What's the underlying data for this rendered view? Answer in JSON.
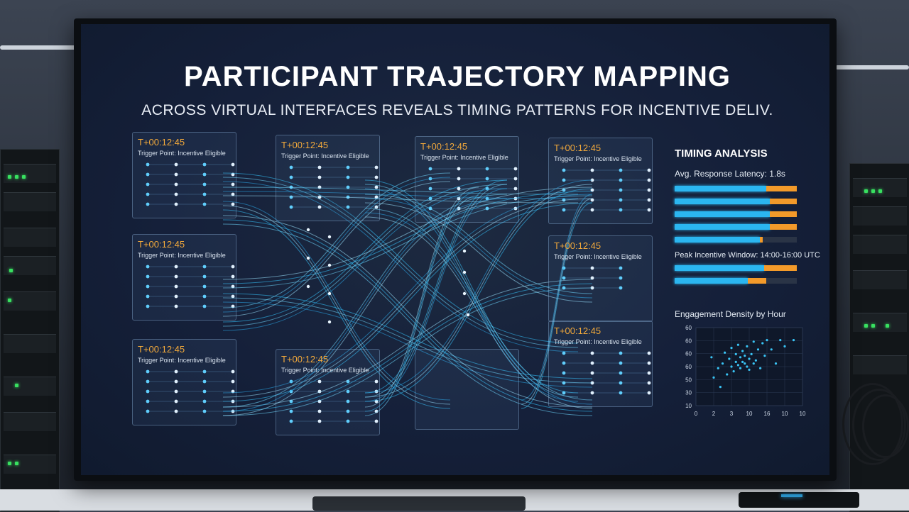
{
  "header": {
    "title": "PARTICIPANT TRAJECTORY MAPPING",
    "subtitle": "ACROSS VIRTUAL INTERFACES REVEALS TIMING PATTERNS FOR INCENTIVE DELIV."
  },
  "trigger_panels": [
    {
      "time": "T+00:12:45",
      "label": "Trigger Point: Incentive Eligible"
    },
    {
      "time": "T+00:12:45",
      "label": "Trigger Point: Incentive Eligible"
    },
    {
      "time": "T+00:12:45",
      "label": "Trigger Point: Incentive Eligible"
    },
    {
      "time": "T+00:12:45",
      "label": "Trigger Point: Incentive Eligible"
    },
    {
      "time": "T+00:12:45",
      "label": "Trigger Point: Incentive Eligible"
    },
    {
      "time": "T+00:12:45",
      "label": "Trigger Point: Incentive Eligible"
    },
    {
      "time": "T+00:12:45",
      "label": "Trigger Point: Incentive Eligible"
    },
    {
      "time": "T+00:12:45",
      "label": "Trigger Point: Incentive Eligible"
    },
    {
      "time": "T+00:12:45",
      "label": "Trigger Point: Incentive Eligible"
    }
  ],
  "analysis": {
    "title": "TIMING ANALYSIS",
    "latency": "Avg. Response Latency: 1.8s",
    "peak_window": "Peak Incentive Window: 14:00-16:00 UTC",
    "bars_top": [
      {
        "blue": 0.75,
        "orange": 0.25
      },
      {
        "blue": 0.78,
        "orange": 0.22
      },
      {
        "blue": 0.78,
        "orange": 0.22
      },
      {
        "blue": 0.78,
        "orange": 0.22
      },
      {
        "blue": 0.7,
        "orange": 0.02
      }
    ],
    "bars_bottom": [
      {
        "blue": 0.73,
        "orange": 0.27
      },
      {
        "blue": 0.6,
        "orange": 0.15
      }
    ],
    "colors": {
      "blue": "#2bb6f0",
      "orange": "#f39a2a",
      "panel_time": "#f2a93b"
    }
  },
  "chart_data": {
    "type": "scatter",
    "title": "Engagement Density by Hour",
    "x_tick_labels": [
      "0",
      "2",
      "3",
      "10",
      "16",
      "10",
      "10"
    ],
    "y_tick_labels": [
      "60",
      "60",
      "60",
      "60",
      "50",
      "30",
      "10"
    ],
    "series": [
      {
        "values": [
          [
            3.5,
            51
          ],
          [
            4,
            38
          ],
          [
            5,
            44
          ],
          [
            5.5,
            32
          ],
          [
            6,
            47
          ],
          [
            6.5,
            54
          ],
          [
            7,
            40
          ],
          [
            7.5,
            50
          ],
          [
            8,
            45
          ],
          [
            8,
            57
          ],
          [
            8.5,
            42
          ],
          [
            9,
            53
          ],
          [
            9,
            48
          ],
          [
            9.5,
            46
          ],
          [
            9.5,
            59
          ],
          [
            10,
            44
          ],
          [
            10,
            51
          ],
          [
            10.5,
            55
          ],
          [
            10.5,
            48
          ],
          [
            11,
            47
          ],
          [
            11,
            52
          ],
          [
            11.5,
            45
          ],
          [
            11.5,
            58
          ],
          [
            12,
            50
          ],
          [
            12,
            43
          ],
          [
            12.5,
            53
          ],
          [
            13,
            47
          ],
          [
            13,
            61
          ],
          [
            13.5,
            49
          ],
          [
            14,
            56
          ],
          [
            14.5,
            44
          ],
          [
            15,
            60
          ],
          [
            15.5,
            52
          ],
          [
            16,
            62
          ],
          [
            17,
            56
          ],
          [
            18,
            47
          ],
          [
            19,
            62
          ],
          [
            20,
            58
          ],
          [
            22,
            62
          ]
        ]
      }
    ]
  }
}
